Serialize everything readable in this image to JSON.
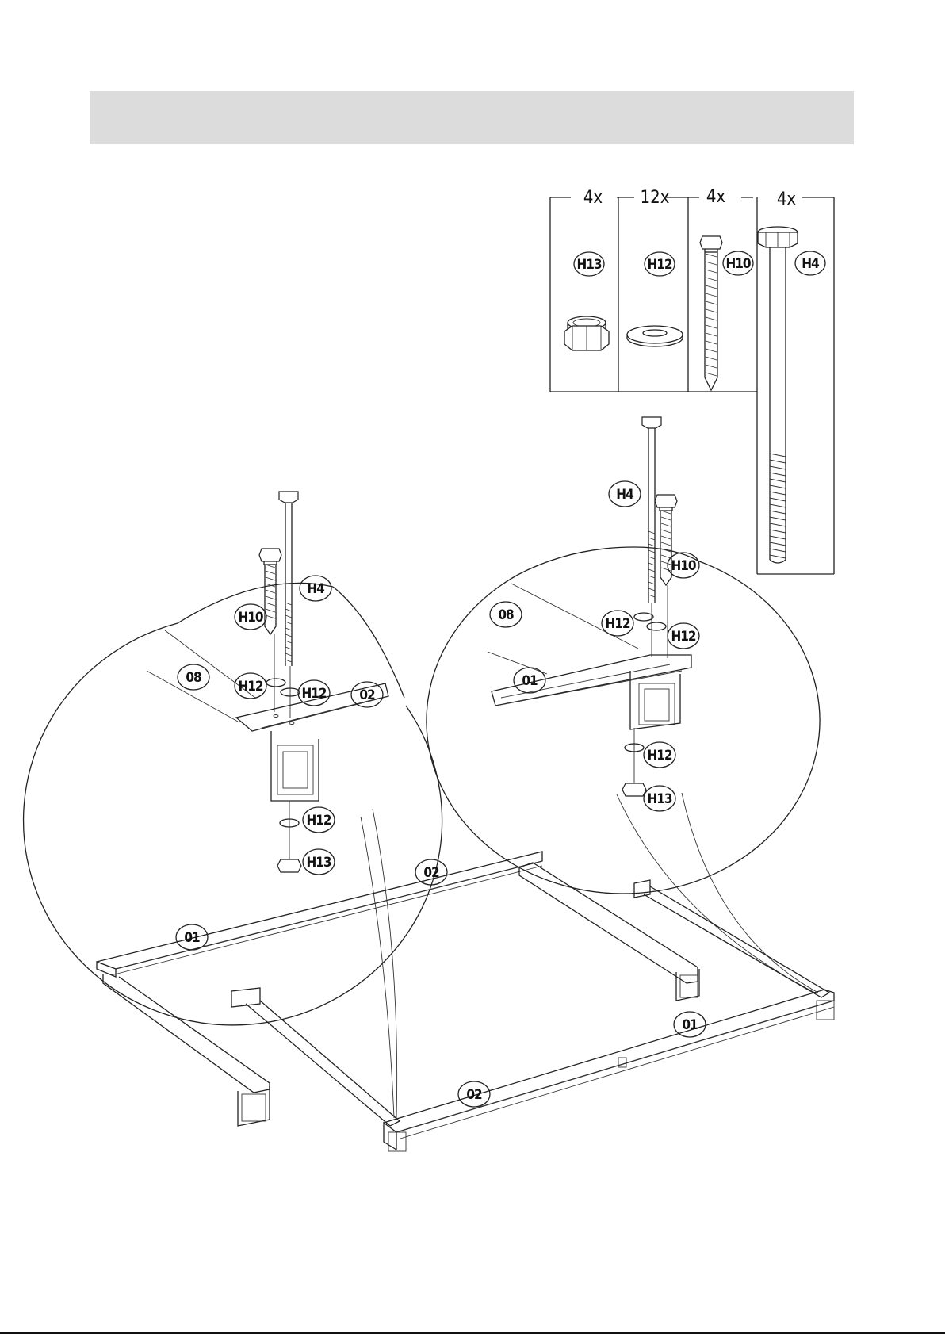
{
  "colors": {
    "header_bar": "#dcdcdc",
    "line": "#222222",
    "bottom_rule": "#111111"
  },
  "hardware": [
    {
      "qty": "4x",
      "id": "H13",
      "icon": "lock-nut-icon"
    },
    {
      "qty": "12x",
      "id": "H12",
      "icon": "washer-icon"
    },
    {
      "qty": "4x",
      "id": "H10",
      "icon": "lag-screw-icon"
    },
    {
      "qty": "4x",
      "id": "H4",
      "icon": "hex-bolt-icon"
    }
  ],
  "left_detail": {
    "bolt": "H4",
    "screw": "H10",
    "part_rail": "08",
    "part_side": "02",
    "washer_a": "H12",
    "washer_b": "H12",
    "washer_c": "H12",
    "nut": "H13"
  },
  "right_detail": {
    "bolt": "H4",
    "screw": "H10",
    "part_rail": "08",
    "part_side": "01",
    "washer_a": "H12",
    "washer_b": "H12",
    "washer_c": "H12",
    "nut": "H13"
  },
  "frame_parts": {
    "back_right": "02",
    "back_left": "01",
    "front_right": "01",
    "front_left": "02"
  }
}
